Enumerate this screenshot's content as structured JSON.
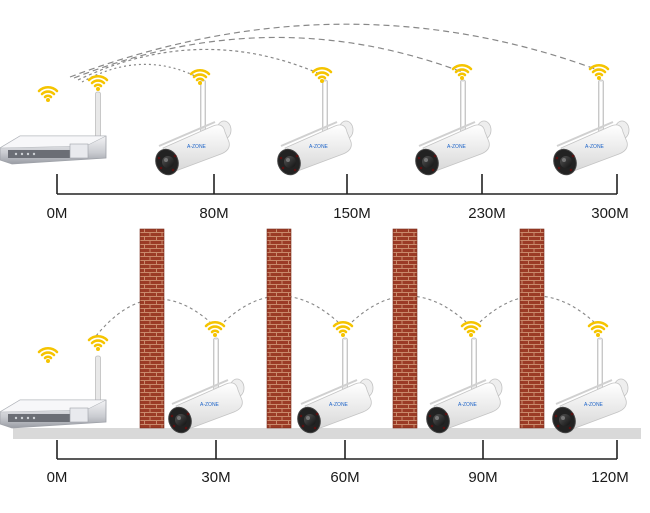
{
  "top_section": {
    "title": "",
    "distance_labels": [
      "0M",
      "80M",
      "150M",
      "230M",
      "300M"
    ],
    "cameras": [
      {
        "label": "80M",
        "icon": "wifi-icon"
      },
      {
        "label": "150M",
        "icon": "wifi-icon"
      },
      {
        "label": "230M",
        "icon": "wifi-icon"
      },
      {
        "label": "300M",
        "icon": "wifi-icon"
      }
    ]
  },
  "bottom_section": {
    "title": "",
    "distance_labels": [
      "0M",
      "30M",
      "60M",
      "90M",
      "120M"
    ],
    "walls": 4,
    "cameras": [
      {
        "label": "30M",
        "icon": "wifi-icon"
      },
      {
        "label": "60M",
        "icon": "wifi-icon"
      },
      {
        "label": "90M",
        "icon": "wifi-icon"
      },
      {
        "label": "120M",
        "icon": "wifi-icon"
      }
    ]
  },
  "colors": {
    "wifi": "#f5c400",
    "brick": "#9b3b26",
    "mortar": "#c98a6c",
    "floor": "#d9d9d9",
    "signal_line": "#888888",
    "axis": "#222222"
  }
}
